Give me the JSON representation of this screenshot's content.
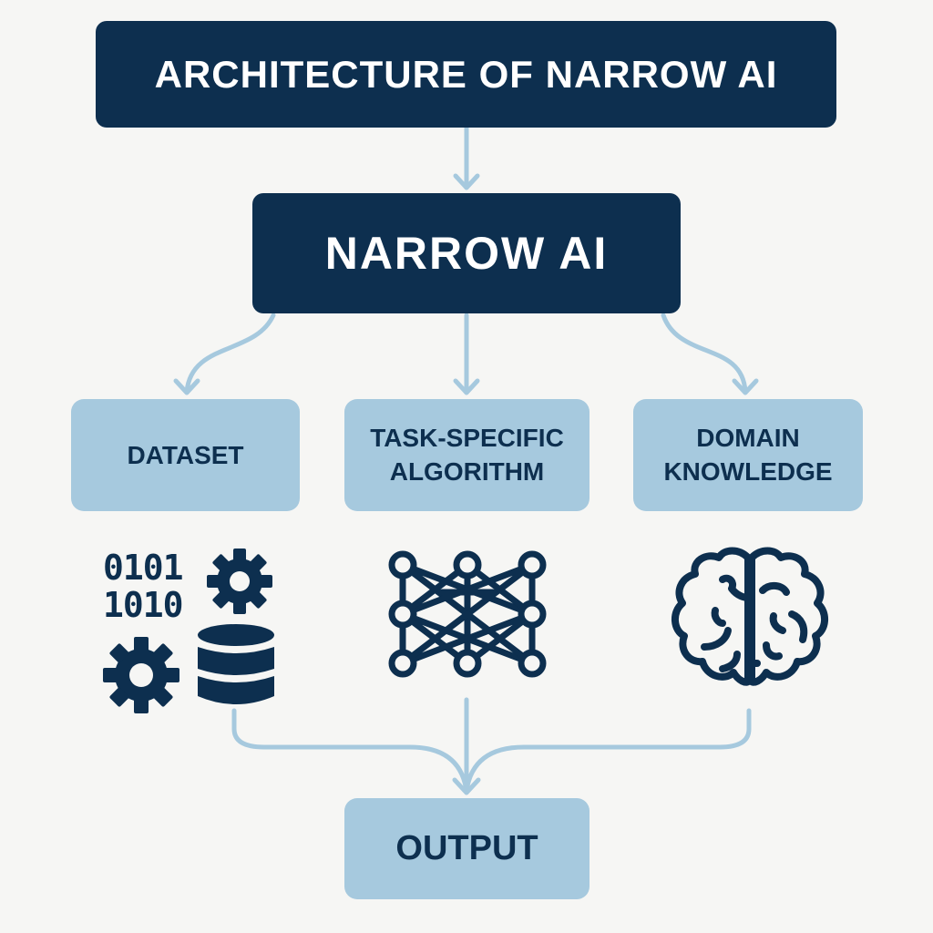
{
  "diagram": {
    "title": "ARCHITECTURE OF NARROW AI",
    "core": "NARROW AI",
    "components": [
      {
        "line1": "DATASET",
        "line2": ""
      },
      {
        "line1": "TASK-SPECIFIC",
        "line2": "ALGORITHM"
      },
      {
        "line1": "DOMAIN",
        "line2": "KNOWLEDGE"
      }
    ],
    "output": "OUTPUT",
    "icons": {
      "dataset_binary_line1": "0101",
      "dataset_binary_line2": "1010",
      "dataset_icons": [
        "binary-icon",
        "gear-icon",
        "gear-icon",
        "database-icon"
      ],
      "algorithm_icon": "neural-network-icon",
      "knowledge_icon": "brain-icon"
    },
    "colors": {
      "dark": "#0d2f4f",
      "light": "#a6c9de",
      "connector": "#a6c9de",
      "background": "#f6f6f4"
    }
  }
}
